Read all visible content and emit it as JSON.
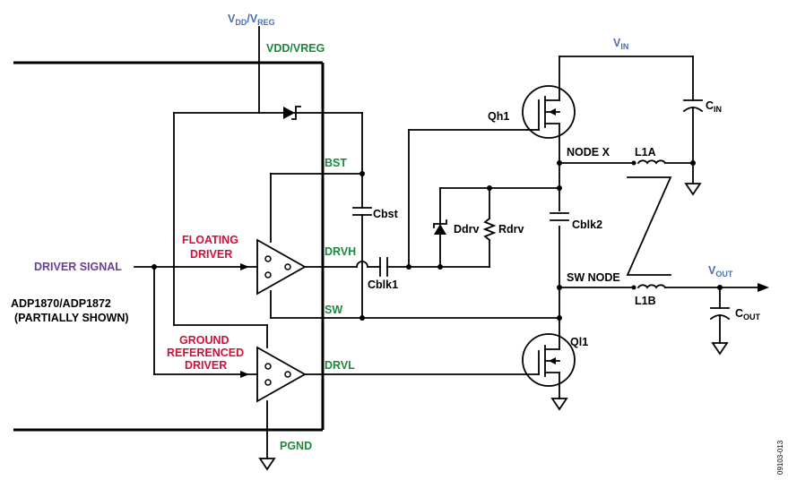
{
  "supply": {
    "vdd_main": "V",
    "vdd_sub": "DD",
    "vdd_sep": "/V",
    "vreg_sub": "REG",
    "pin_vdd": "VDD/VREG"
  },
  "vin": {
    "main": "V",
    "sub": "IN"
  },
  "cin": {
    "main": "C",
    "sub": "IN"
  },
  "vout": {
    "main": "V",
    "sub": "OUT"
  },
  "cout": {
    "main": "C",
    "sub": "OUT"
  },
  "pins": {
    "bst": "BST",
    "drvh": "DRVH",
    "sw": "SW",
    "drvl": "DRVL",
    "pgnd": "PGND"
  },
  "parts": {
    "qh1": "Qh1",
    "ql1": "Ql1",
    "node_x": "NODE X",
    "sw_node": "SW NODE",
    "l1a": "L1A",
    "l1b": "L1B",
    "cbst": "Cbst",
    "cblk1": "Cblk1",
    "cblk2": "Cblk2",
    "ddrv": "Ddrv",
    "rdrv": "Rdrv"
  },
  "drivers": {
    "floating_1": "FLOATING",
    "floating_2": "DRIVER",
    "ground_1": "GROUND",
    "ground_2": "REFERENCED",
    "ground_3": "DRIVER"
  },
  "signal": "DRIVER SIGNAL",
  "chip": {
    "name": "ADP1870/ADP1872",
    "note": "(PARTIALLY SHOWN)"
  },
  "figure_id": "09103-013",
  "colors": {
    "green": "#1a8a3a",
    "red": "#d0103a",
    "purple": "#6a3d9a",
    "blue": "#4a6fb0"
  }
}
